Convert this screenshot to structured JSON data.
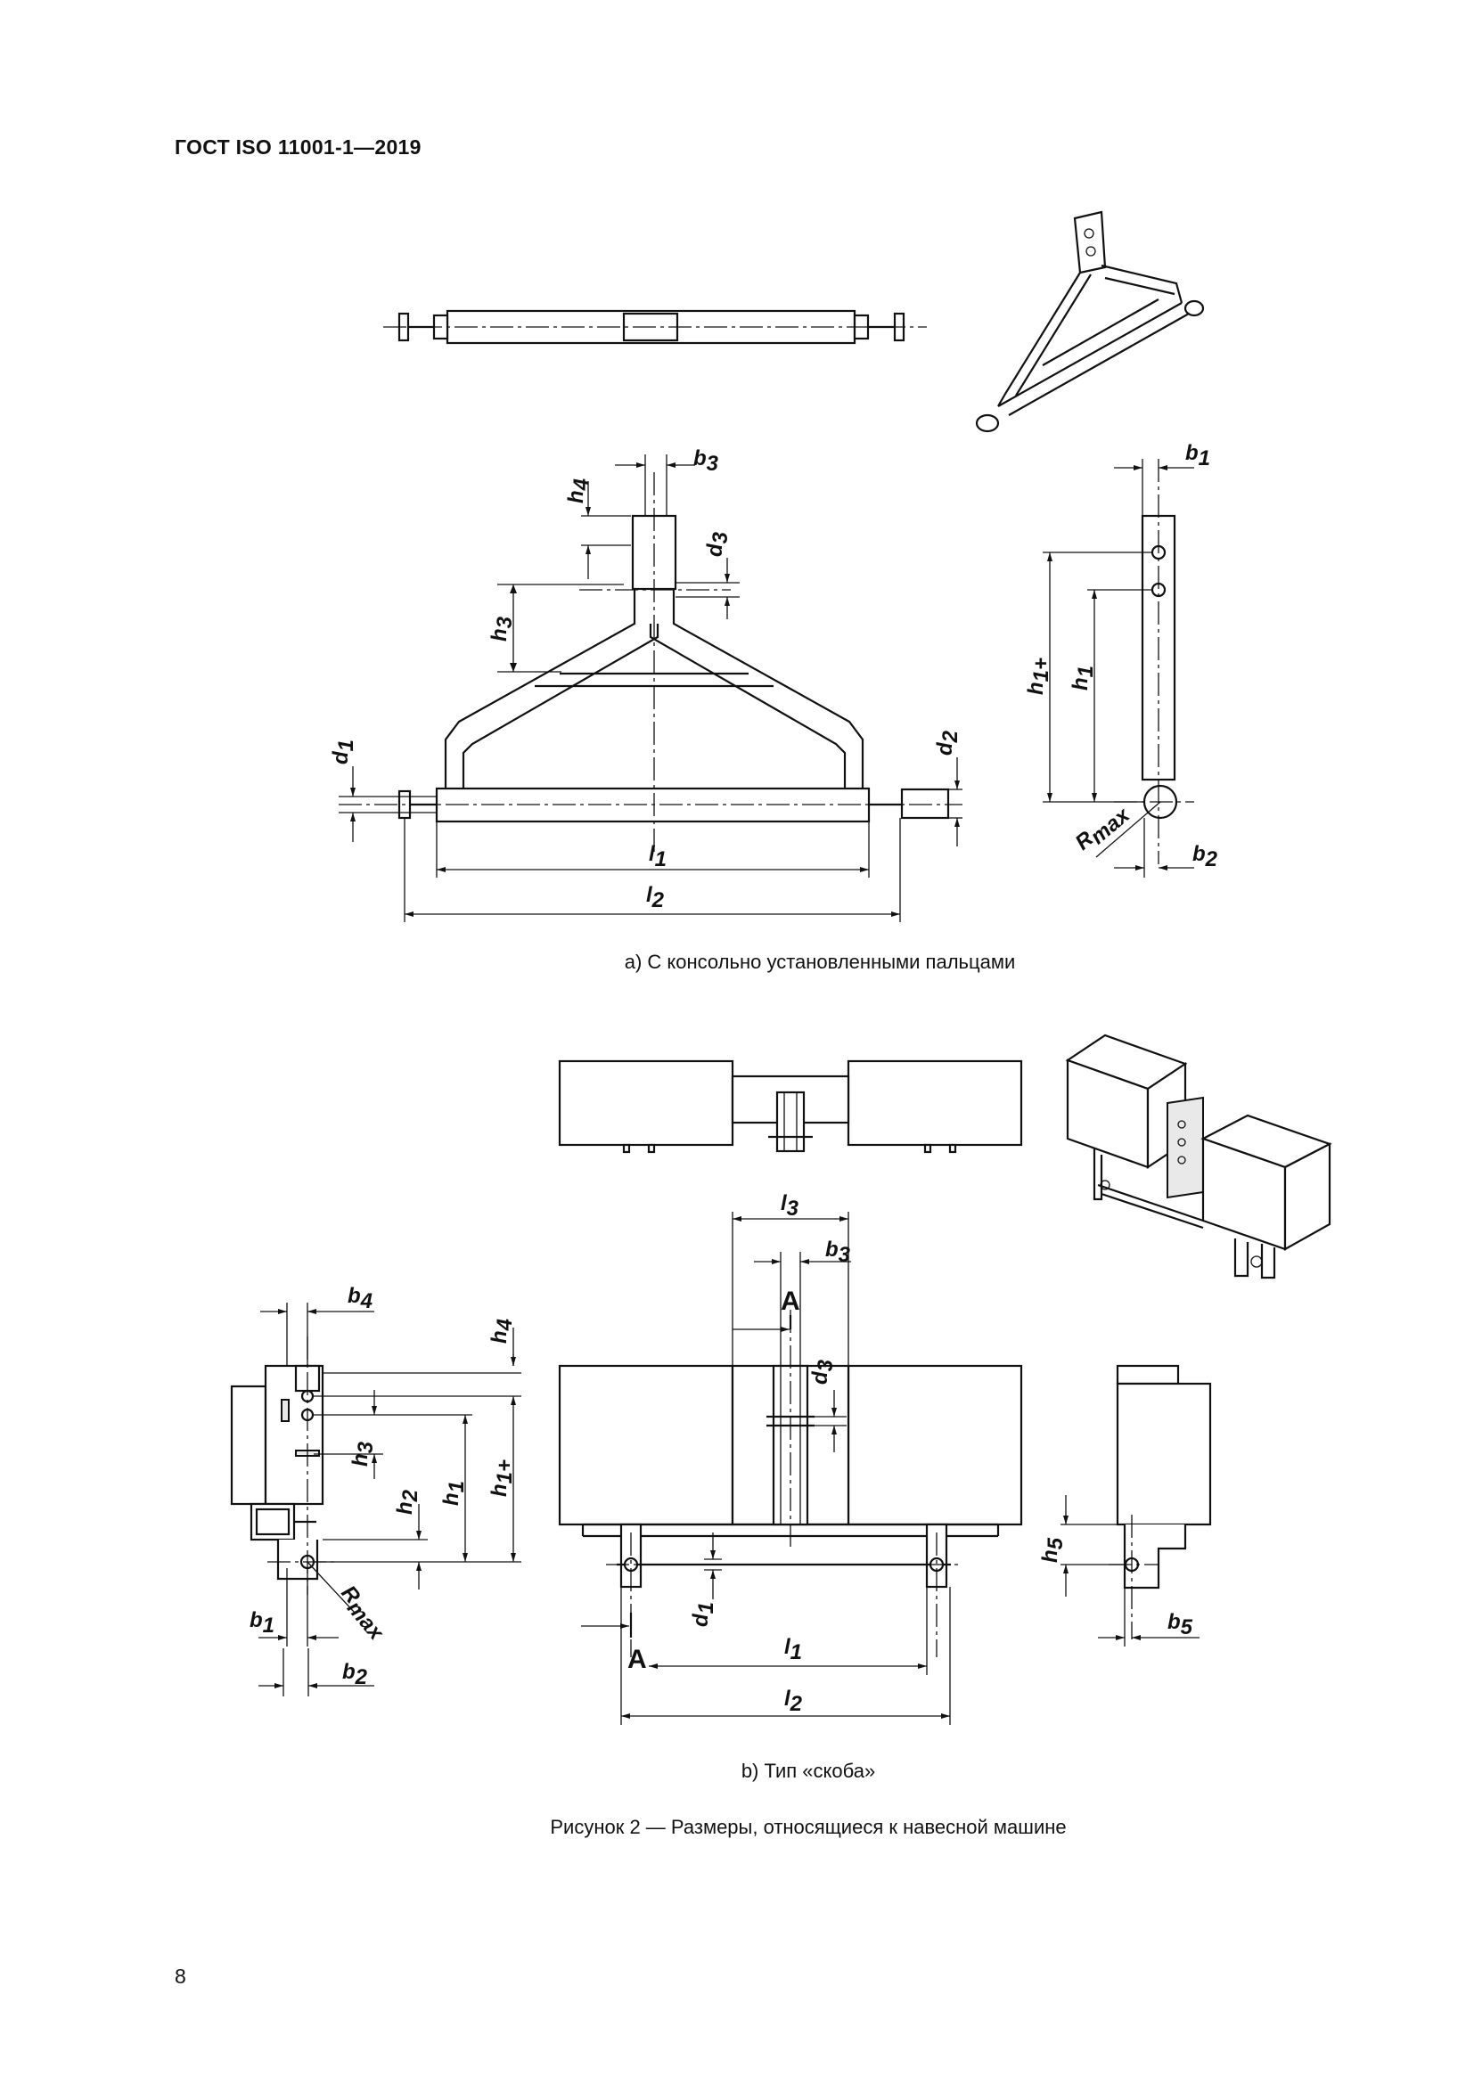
{
  "document": {
    "header": "ГОСТ ISO 11001-1—2019",
    "caption_a": "a)  С консольно установленными пальцами",
    "caption_b": "b)  Тип «скоба»",
    "figure_title": "Рисунок 2 — Размеры, относящиеся к навесной машине",
    "page_number": "8"
  },
  "labels": {
    "b": "b",
    "h": "h",
    "d": "d",
    "l": "l",
    "R": "R",
    "n1": "1",
    "n2": "2",
    "n3": "3",
    "n4": "4",
    "n5": "5",
    "n1plus": "1+",
    "max": "max",
    "section": "A"
  }
}
